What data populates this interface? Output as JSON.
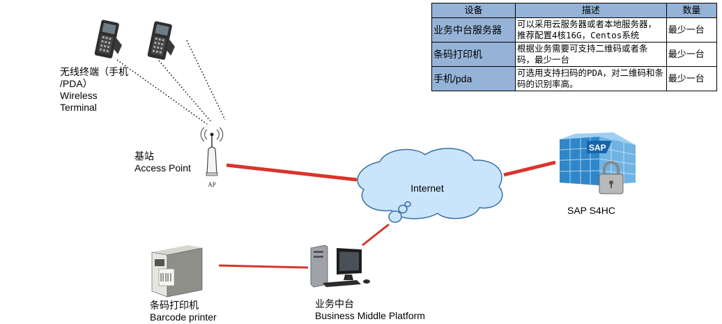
{
  "table": {
    "headers": [
      "设备",
      "描述",
      "数量"
    ],
    "rows": [
      {
        "device": "业务中台服务器",
        "description": "可以采用云服务器或者本地服务器，推荐配置4核16G，Centos系统",
        "qty": "最少一台"
      },
      {
        "device": "条码打印机",
        "description": "根据业务需要可支持二维码或者条码，最少一台",
        "qty": "最少一台"
      },
      {
        "device": "手机/pda",
        "description": "可选用支持扫码的PDA，对二维码和条码的识别率高。",
        "qty": "最少一台"
      }
    ]
  },
  "nodes": {
    "terminal": {
      "line1": "无线终端（手机",
      "line2": "/PDA）",
      "line3": "Wireless",
      "line4": "Terminal"
    },
    "ap": {
      "line1": "基站",
      "line2": "Access Point",
      "badge": "AP"
    },
    "internet": {
      "label": "Internet"
    },
    "sap": {
      "label": "SAP S4HC",
      "logo": "SAP"
    },
    "printer": {
      "line1": "条码打印机",
      "line2": "Barcode printer"
    },
    "platform": {
      "line1": "业务中台",
      "line2": "Business Middle Platform"
    }
  },
  "colors": {
    "link": "#d9342b",
    "header": "#95b3d7",
    "cloud": "#c9e4fb",
    "cloud_stroke": "#3a6fa0"
  }
}
